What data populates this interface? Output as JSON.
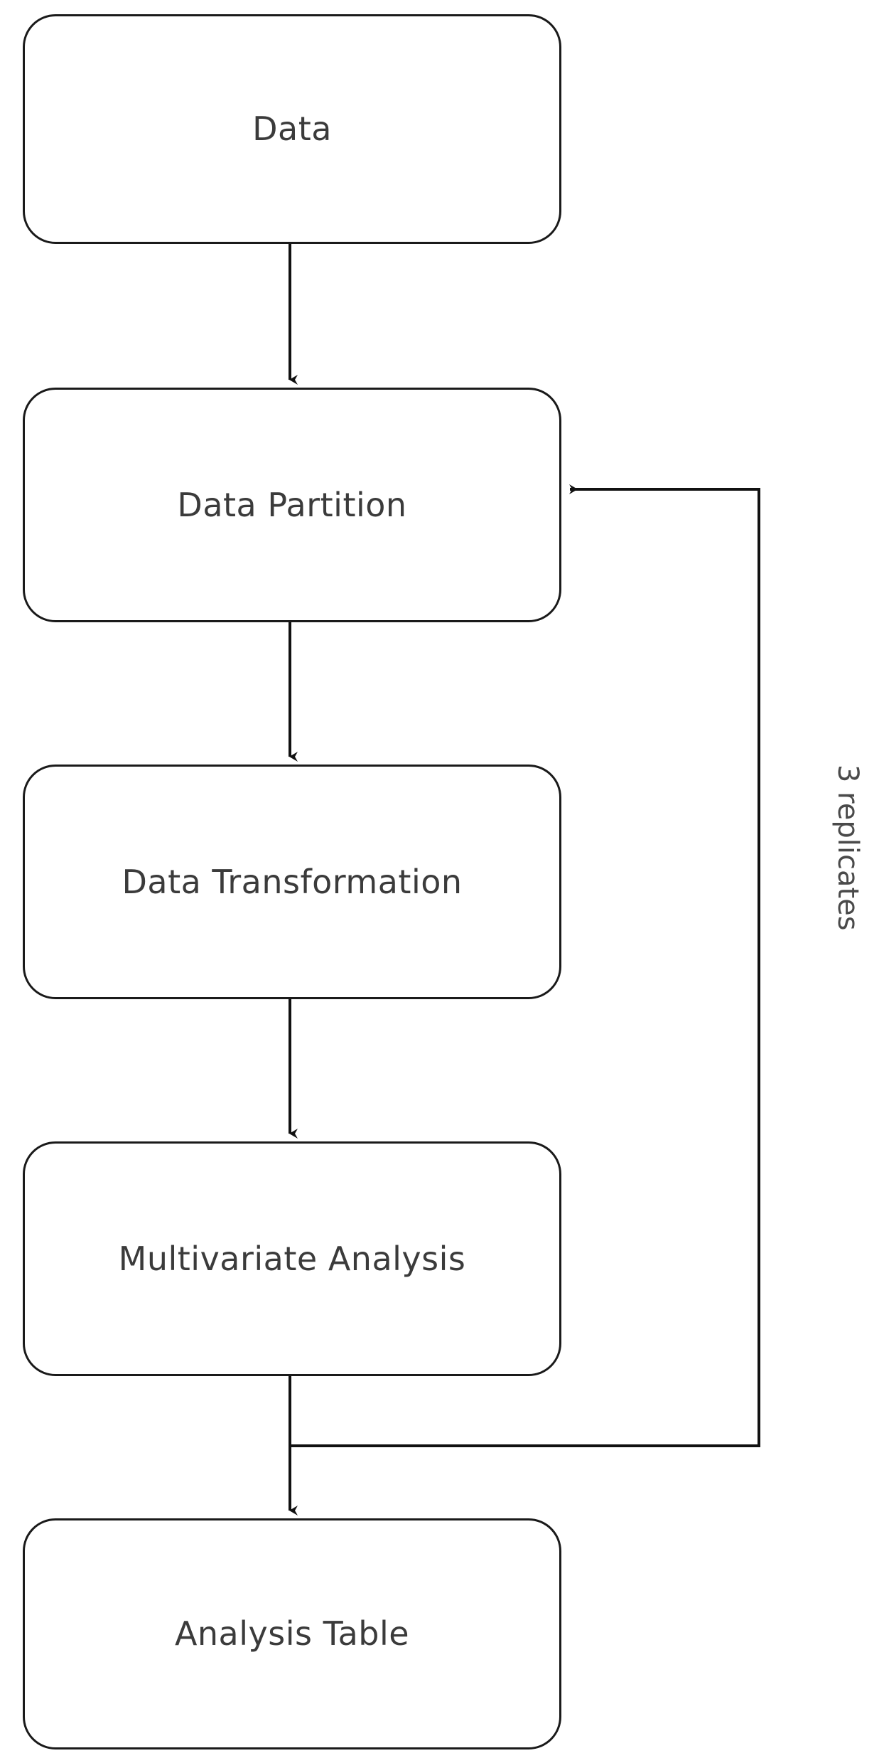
{
  "diagram": {
    "type": "flowchart",
    "orientation": "top-to-bottom",
    "background_color": "#ffffff",
    "stroke_color": "#1a1a1a",
    "text_color": "#3b3b3b",
    "nodes": [
      {
        "id": "data",
        "label": "Data"
      },
      {
        "id": "data-partition",
        "label": "Data Partition"
      },
      {
        "id": "data-transformation",
        "label": "Data Transformation"
      },
      {
        "id": "multivariate",
        "label": "Multivariate Analysis"
      },
      {
        "id": "analysis-table",
        "label": "Analysis Table"
      }
    ],
    "edges": [
      {
        "id": "e1",
        "from": "data",
        "to": "data-partition",
        "label": ""
      },
      {
        "id": "e2",
        "from": "data-partition",
        "to": "data-transformation",
        "label": ""
      },
      {
        "id": "e3",
        "from": "data-transformation",
        "to": "multivariate",
        "label": ""
      },
      {
        "id": "e4",
        "from": "multivariate",
        "to": "analysis-table",
        "label": ""
      },
      {
        "id": "e5",
        "from": "multivariate",
        "to": "data-partition",
        "label": "3 replicates",
        "style": "feedback-loop"
      }
    ],
    "loop_label": "3 replicates"
  }
}
